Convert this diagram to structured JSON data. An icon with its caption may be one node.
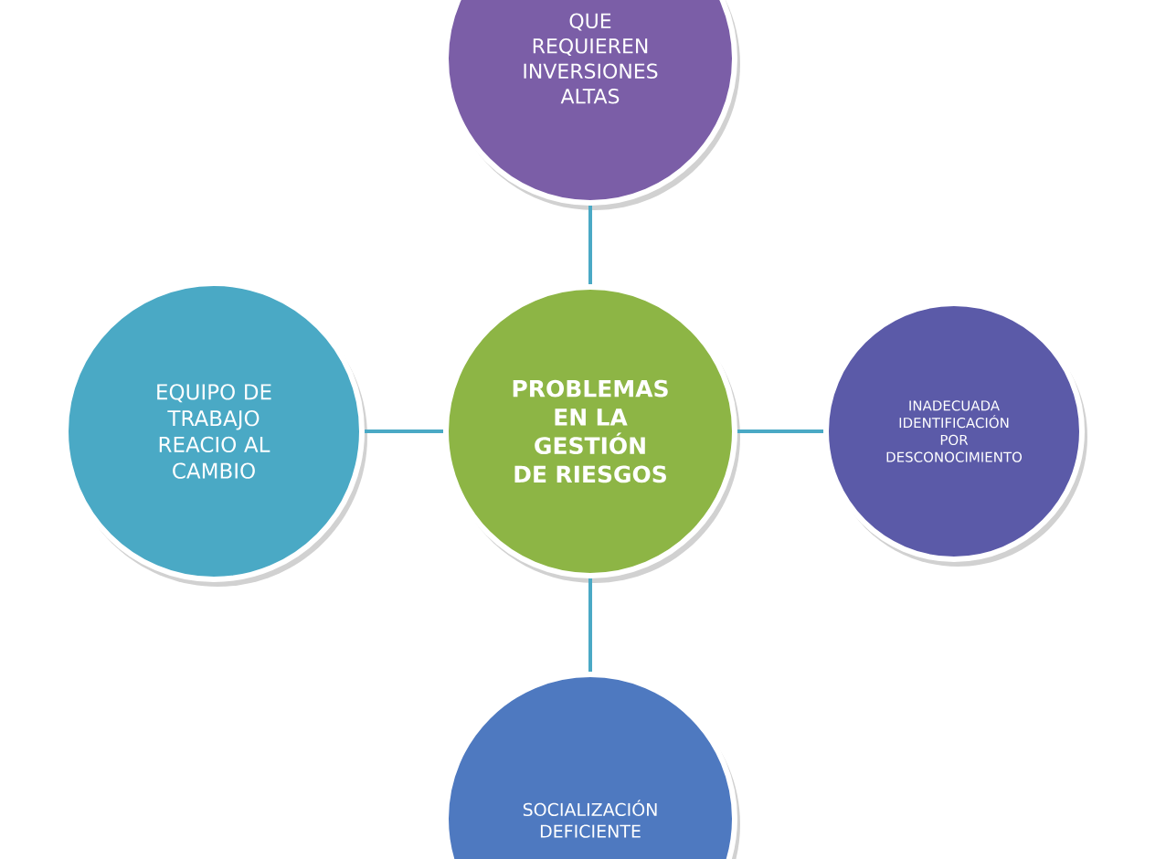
{
  "diagram": {
    "nodes": [
      {
        "text": [
          "PROBLEMAS EN LA GESTIÓN DE RIESGOS"
        ]
      },
      {
        "text": [
          "QUE REQUIEREN INVERSIONES ALTAS"
        ]
      },
      {
        "text": [
          "INADECUADA IDENTIFICACIÓN POR DESCONOCIMIENTO"
        ]
      },
      {
        "text": [
          "SOCIALIZACIÓN DEFICIENTE"
        ]
      },
      {
        "text": [
          "EQUIPO DE TRABAJO REACIO AL CAMBIO"
        ]
      }
    ],
    "edges": [
      {
        "from": 0,
        "to": 1,
        "arrow": "none"
      },
      {
        "from": 0,
        "to": 2,
        "arrow": "none"
      },
      {
        "from": 0,
        "to": 3,
        "arrow": "none"
      },
      {
        "from": 0,
        "to": 4,
        "arrow": "none"
      }
    ]
  }
}
